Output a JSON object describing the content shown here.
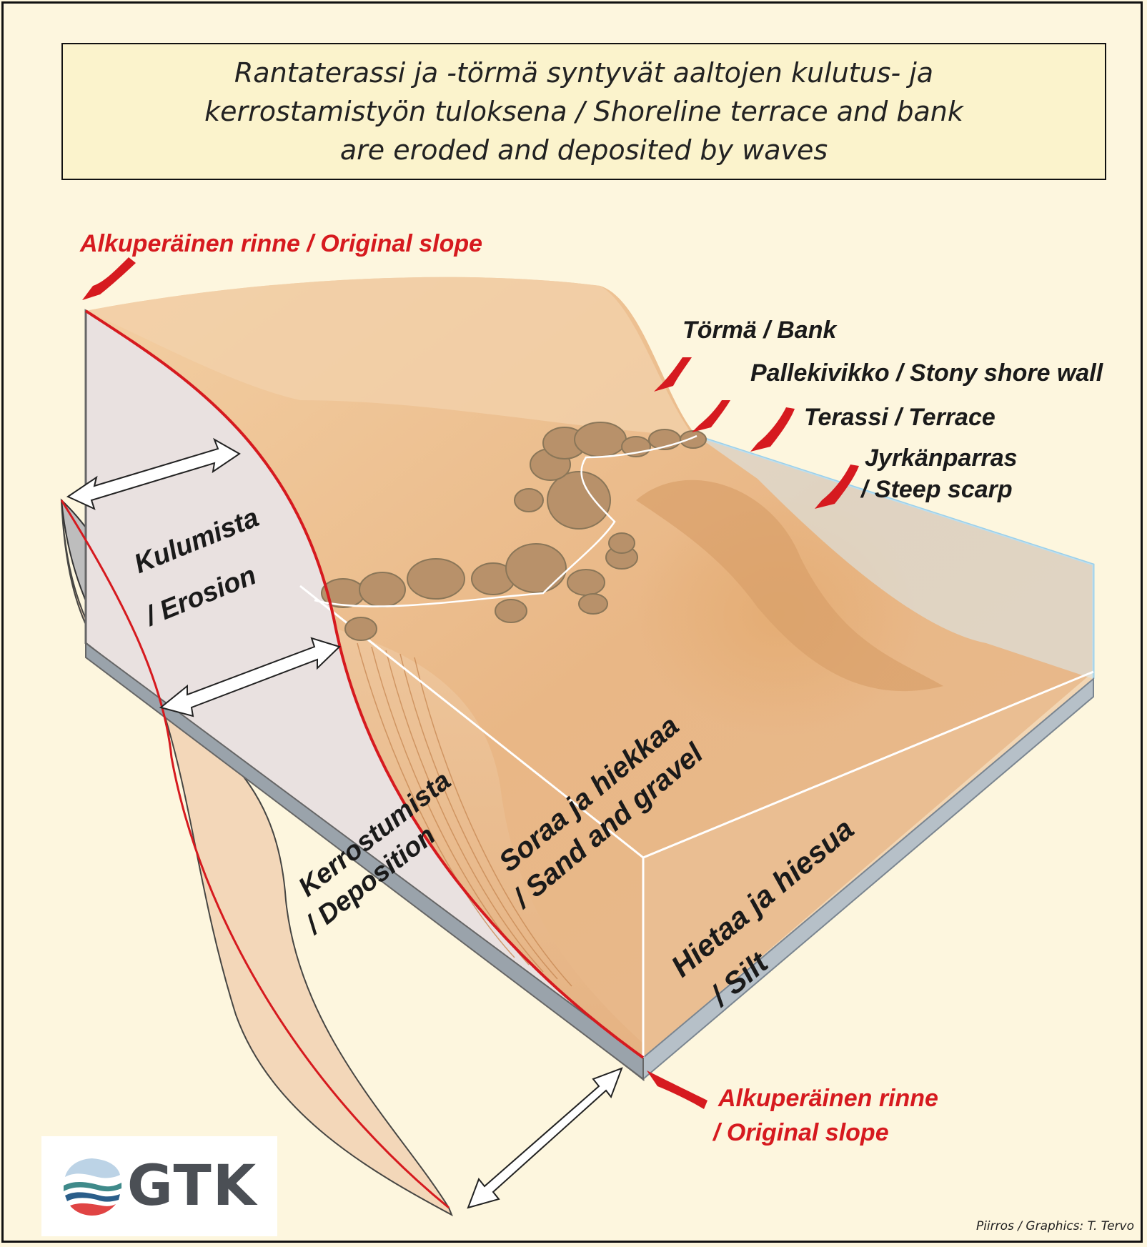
{
  "title": "Rantaterassi ja -törmä syntyvät aaltojen kulutus- ja kerrostamistyön tuloksena / Shoreline terrace and bank are eroded and deposited by waves",
  "labels": {
    "original_slope_top": "Alkuperäinen rinne / Original slope",
    "bank": "Törmä / Bank",
    "stony_shore_wall": "Pallekivikko / Stony shore wall",
    "terrace": "Terassi / Terrace",
    "steep_scarp_line1": "Jyrkänparras",
    "steep_scarp_line2": "/ Steep scarp",
    "erosion_line1": "Kulumista",
    "erosion_line2": "/ Erosion",
    "deposition_line1": "Kerrostumista",
    "deposition_line2": "/ Deposition",
    "sand_gravel_line1": "Soraa ja hiekkaa",
    "sand_gravel_line2": "/ Sand and gravel",
    "silt_line1": "Hietaa ja hiesua",
    "silt_line2": "/ Silt",
    "original_slope_bottom_line1": "Alkuperäinen rinne",
    "original_slope_bottom_line2": "/ Original slope"
  },
  "logo": {
    "text": "GTK"
  },
  "credit": "Piirros / Graphics: T. Tervo",
  "colors": {
    "red": "#d61a1f",
    "sand": "#e8b98a",
    "background": "#fdf6de",
    "title_box": "#fbf3cc",
    "glass": "#d6e8ef"
  }
}
